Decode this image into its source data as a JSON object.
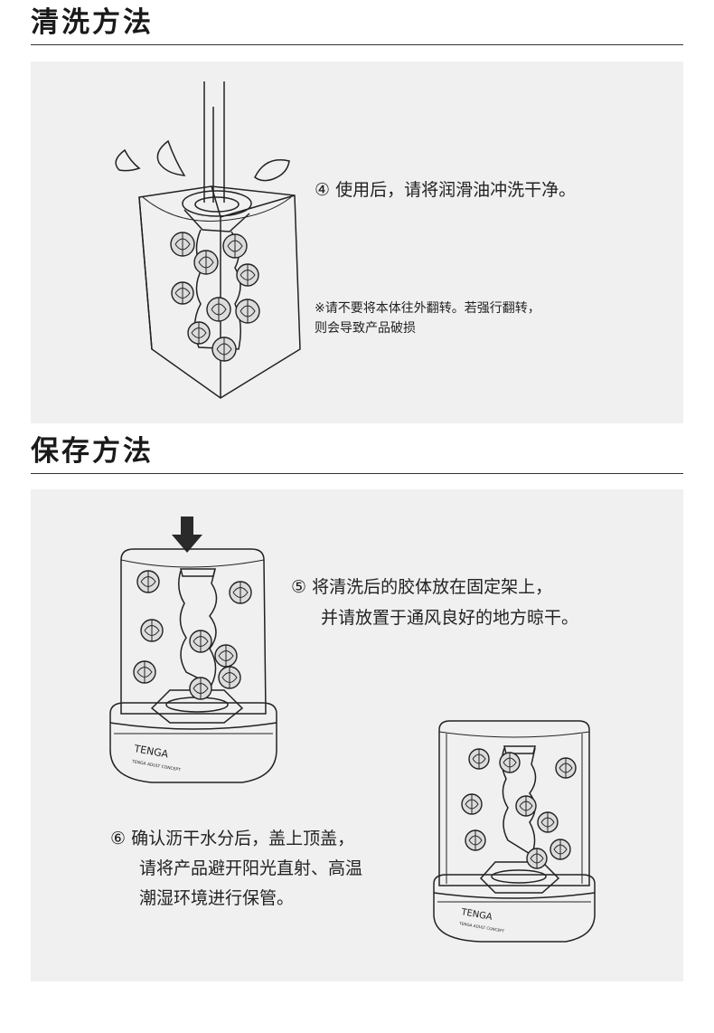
{
  "cleaning": {
    "title": "清洗方法",
    "step4": "④ 使用后，请将润滑油冲洗干净。",
    "note_line1": "※请不要将本体往外翻转。若强行翻转，",
    "note_line2": "则会导致产品破损"
  },
  "storage": {
    "title": "保存方法",
    "step5_line1": "⑤ 将清洗后的胶体放在固定架上，",
    "step5_line2": "并请放置于通风良好的地方晾干。",
    "step6_line1": "⑥ 确认沥干水分后，盖上顶盖，",
    "step6_line2": "请将产品避开阳光直射、高温",
    "step6_line3": "潮湿环境进行保管。"
  },
  "brand": {
    "logo": "TENGA",
    "tagline": "TENGA ADULT CONCEPT"
  },
  "icons": [
    "down-arrow-icon",
    "water-drop-icon"
  ]
}
